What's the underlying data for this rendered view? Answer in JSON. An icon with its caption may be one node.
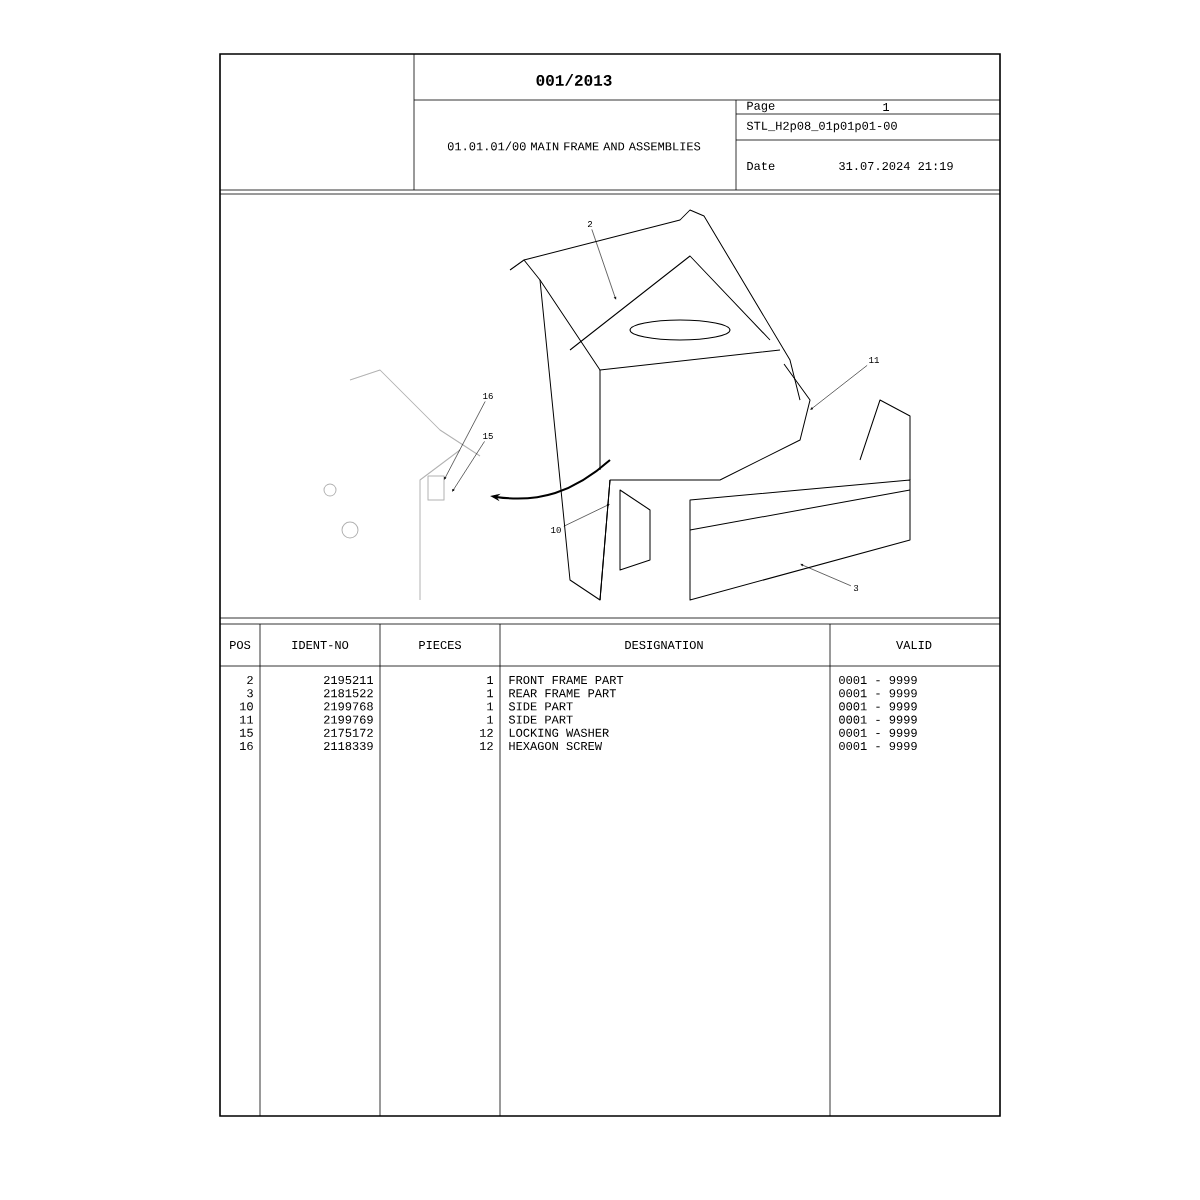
{
  "diagram": {
    "title": "001/2013",
    "nodes": [
      {
        "text": [
          "2"
        ]
      },
      {
        "text": [
          "11"
        ]
      },
      {
        "text": [
          "16"
        ]
      },
      {
        "text": [
          "15"
        ]
      },
      {
        "text": [
          "10"
        ]
      },
      {
        "text": [
          "3"
        ]
      }
    ],
    "edges": [
      {
        "from": 0,
        "to": null,
        "arrow": "to"
      },
      {
        "from": 1,
        "to": null,
        "arrow": "to"
      },
      {
        "from": 2,
        "to": null,
        "arrow": "to"
      },
      {
        "from": 3,
        "to": null,
        "arrow": "to"
      },
      {
        "from": 4,
        "to": null,
        "arrow": "to"
      },
      {
        "from": 5,
        "to": null,
        "arrow": "to"
      }
    ],
    "labels": [
      "01.01.01/00 MAIN FRAME AND ASSEMBLIES",
      "Page",
      "1",
      "STL_H2p08_01p01p01-00",
      "Date",
      "31.07.2024 21:19",
      "POS",
      "IDENT-NO",
      "PIECES",
      "DESIGNATION",
      "VALID",
      "2",
      "2195211",
      "1",
      "FRONT FRAME PART",
      "0001 - 9999",
      "3",
      "2181522",
      "1",
      "REAR FRAME PART",
      "0001 - 9999",
      "10",
      "2199768",
      "1",
      "SIDE PART",
      "0001 - 9999",
      "11",
      "2199769",
      "1",
      "SIDE PART",
      "0001 - 9999",
      "15",
      "2175172",
      "12",
      "LOCKING WASHER",
      "0001 - 9999",
      "16",
      "2118339",
      "12",
      "HEXAGON SCREW",
      "0001 - 9999"
    ]
  }
}
